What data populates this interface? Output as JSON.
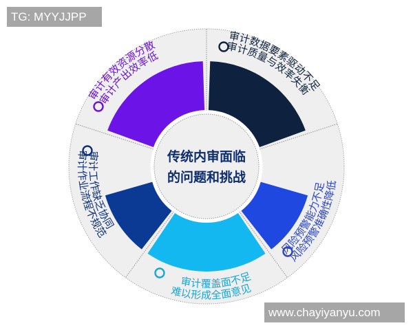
{
  "watermarks": {
    "top": "TG: MYYJJPP",
    "bottom": "www.chayiyanyu.com"
  },
  "diagram": {
    "center": {
      "line1": "传统内审面临",
      "line2": "的问题和挑战",
      "color": "#0d2c6e"
    },
    "segments": [
      {
        "id": "data-driven",
        "color": "#0e2240",
        "text_color": "#10223c",
        "line1": "审计数据要素驱动不足",
        "line2": "审计质量与效率失衡"
      },
      {
        "id": "risk-warning",
        "color": "#1f48e0",
        "text_color": "#1f3fc4",
        "line1": "风险预警能力不足",
        "line2": "风险预警准确性降低"
      },
      {
        "id": "coverage",
        "color": "#14b8f0",
        "text_color": "#1aa6d8",
        "line1": "审计覆盖面不足",
        "line2": "难以形成全面意见"
      },
      {
        "id": "collaboration",
        "color": "#0a3a94",
        "text_color": "#0d2f7a",
        "line1": "审计工作缺乏协同",
        "line2": "审计作业流程不规范"
      },
      {
        "id": "resources",
        "color": "#6c14e8",
        "text_color": "#6a14d8",
        "line1": "审计有效资源分散",
        "line2": "审计产出效率低"
      }
    ],
    "ring_background": "#efefef",
    "divider_color": "#9a9a9a"
  }
}
